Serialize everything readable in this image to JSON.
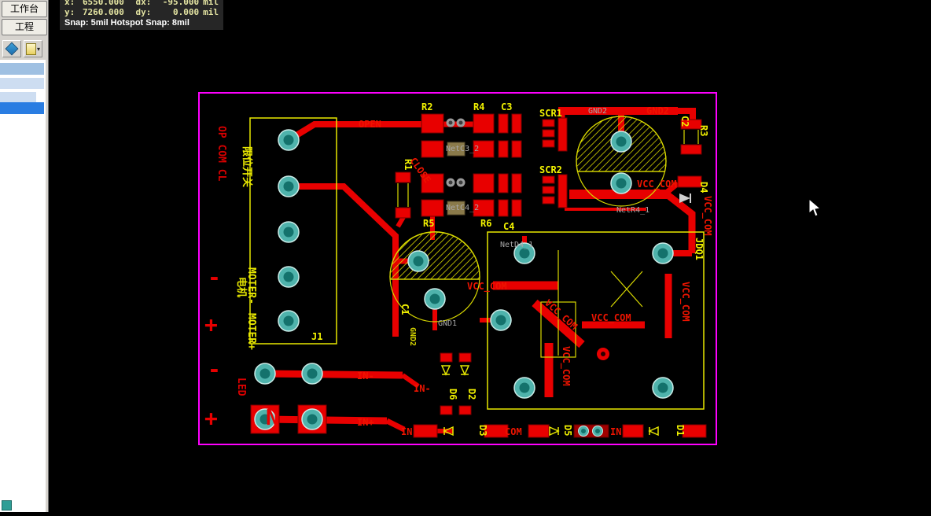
{
  "sidebar": {
    "tabs": [
      {
        "label": "工作台"
      },
      {
        "label": "工程"
      }
    ]
  },
  "hud": {
    "x_label": "x:",
    "x_value": "6550.000",
    "dx_label": "dx:",
    "dx_value": "-95.000",
    "dx_unit": "mil",
    "y_label": "y:",
    "y_value": "7260.000",
    "dy_label": "dy:",
    "dy_value": "0.000",
    "dy_unit": "mil",
    "snap": "Snap: 5mil Hotspot Snap: 8mil"
  },
  "pcb": {
    "designators": {
      "r1": "R1",
      "r2": "R2",
      "r3": "R3",
      "r4": "R4",
      "r5": "R5",
      "r6": "R6",
      "c1": "C1",
      "c2": "C2",
      "c3": "C3",
      "c4": "C4",
      "d1": "D1",
      "d2": "D2",
      "d3": "D3",
      "d4": "D4",
      "d5": "D5",
      "d6": "D6",
      "scr1": "SCR1",
      "scr2": "SCR2",
      "jdq1": "JDQ1",
      "j1": "J1"
    },
    "nets": {
      "open": "OPEN",
      "close": "CLOSE",
      "vcc_com": "VCC_COM",
      "gnd1": "GND1",
      "gnd2": "GND2",
      "netc3_2": "NetC3_2",
      "netc4_2": "NetC4_2",
      "netr4_1": "NetR4_1",
      "netd4_1": "NetD4_1",
      "in": "IN",
      "in_minus": "IN-",
      "in_plus": "IN+",
      "com": "COM"
    },
    "silk": {
      "op_com_cl": "OP COM CL",
      "limit_switch": "限位开关",
      "motor": "电机",
      "moter_minus": "MOTER-",
      "moter_plus": "MOTER+",
      "led": "LED",
      "n": "N",
      "plus": "+",
      "minus": "-"
    }
  },
  "colors": {
    "board_outline": "#ff00ff",
    "copper": "#e80000",
    "silkscreen": "#e8e800",
    "pad": "#3fb3ab",
    "net_label": "#a8a8a8",
    "selection_blue": "#2a7de2"
  }
}
